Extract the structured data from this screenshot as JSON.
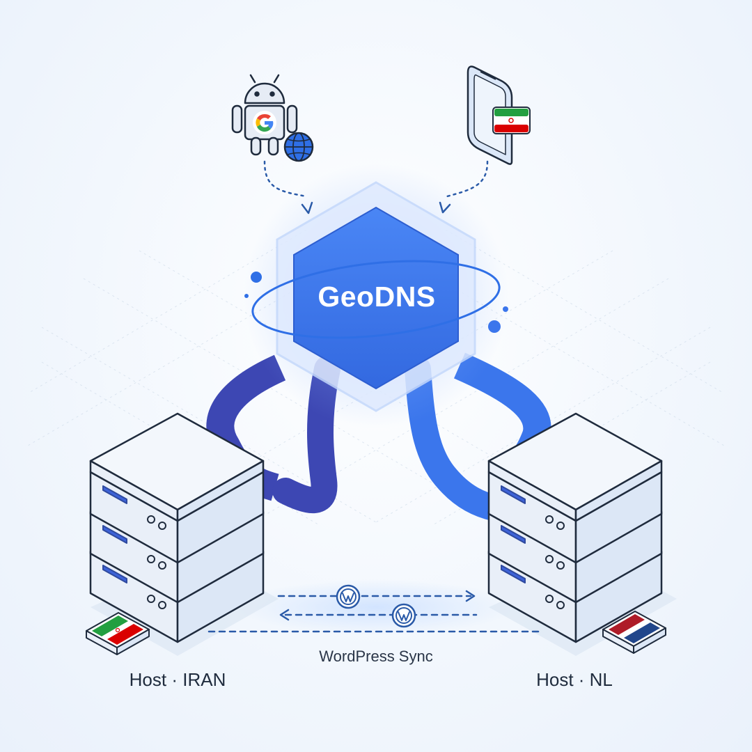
{
  "hub": {
    "label": "GeoDNS",
    "color": "#3b76ec"
  },
  "clients": [
    {
      "name": "android-google-client",
      "icons": [
        "android-robot-icon",
        "google-g-icon",
        "globe-icon"
      ]
    },
    {
      "name": "mobile-phone-iran-client",
      "icons": [
        "smartphone-icon",
        "iran-flag-icon"
      ]
    }
  ],
  "hosts": {
    "iran": {
      "label": "Host · IRAN",
      "flag": "iran-flag-icon"
    },
    "nl": {
      "label": "Host · NL",
      "flag": "netherlands-flag-icon"
    }
  },
  "sync": {
    "label": "WordPress Sync",
    "icon": "wordpress-icon"
  },
  "colors": {
    "iran_link": "#3d47b3",
    "nl_link": "#3b76ec",
    "accent": "#2f6fe6",
    "outline": "#1f2b3d",
    "dashed": "#2a5aa8"
  }
}
